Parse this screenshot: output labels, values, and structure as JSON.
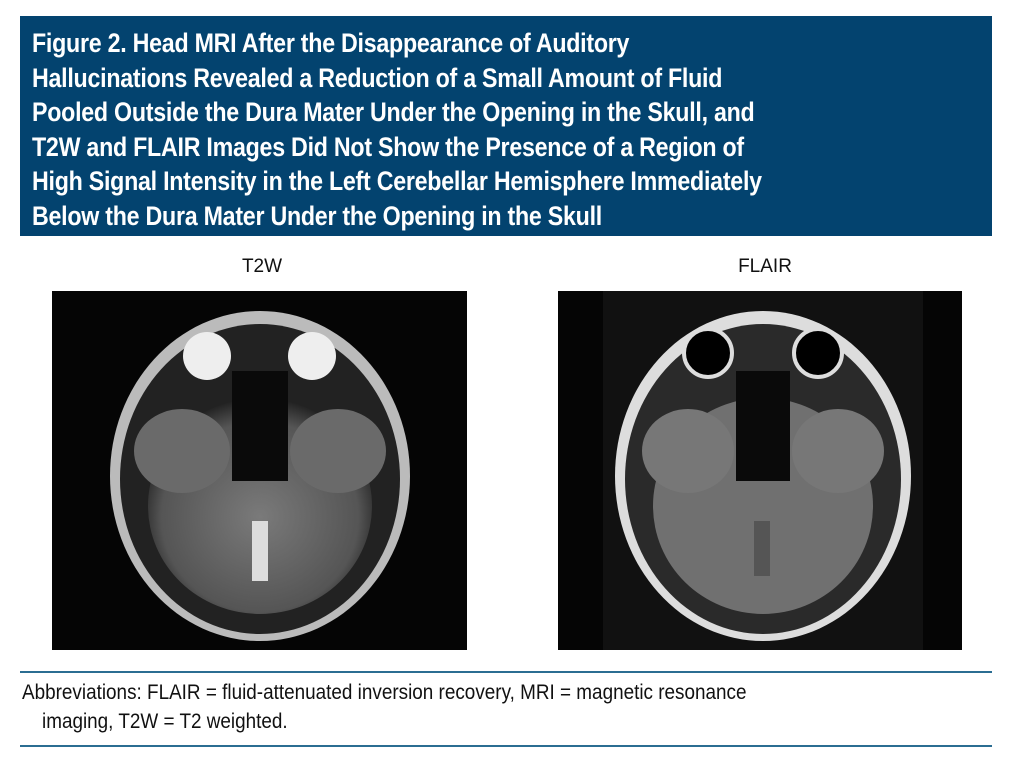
{
  "figure": {
    "title_lines": [
      "Figure 2. Head MRI After the Disappearance of Auditory",
      "Hallucinations Revealed a Reduction of a Small Amount of Fluid",
      "Pooled Outside the Dura Mater Under the Opening in the Skull, and",
      "T2W and FLAIR Images Did Not Show the Presence of a Region of",
      "High Signal Intensity in the Left Cerebellar Hemisphere Immediately",
      "Below the Dura Mater Under the Opening in the Skull"
    ],
    "panels": [
      {
        "label": "T2W"
      },
      {
        "label": "FLAIR"
      }
    ],
    "abbreviations": {
      "line1": "Abbreviations: FLAIR = fluid-attenuated inversion recovery, MRI = magnetic resonance",
      "line2": "imaging, T2W = T2 weighted."
    },
    "colors": {
      "title_bg": "#03436f",
      "rule": "#2b6d92"
    }
  }
}
